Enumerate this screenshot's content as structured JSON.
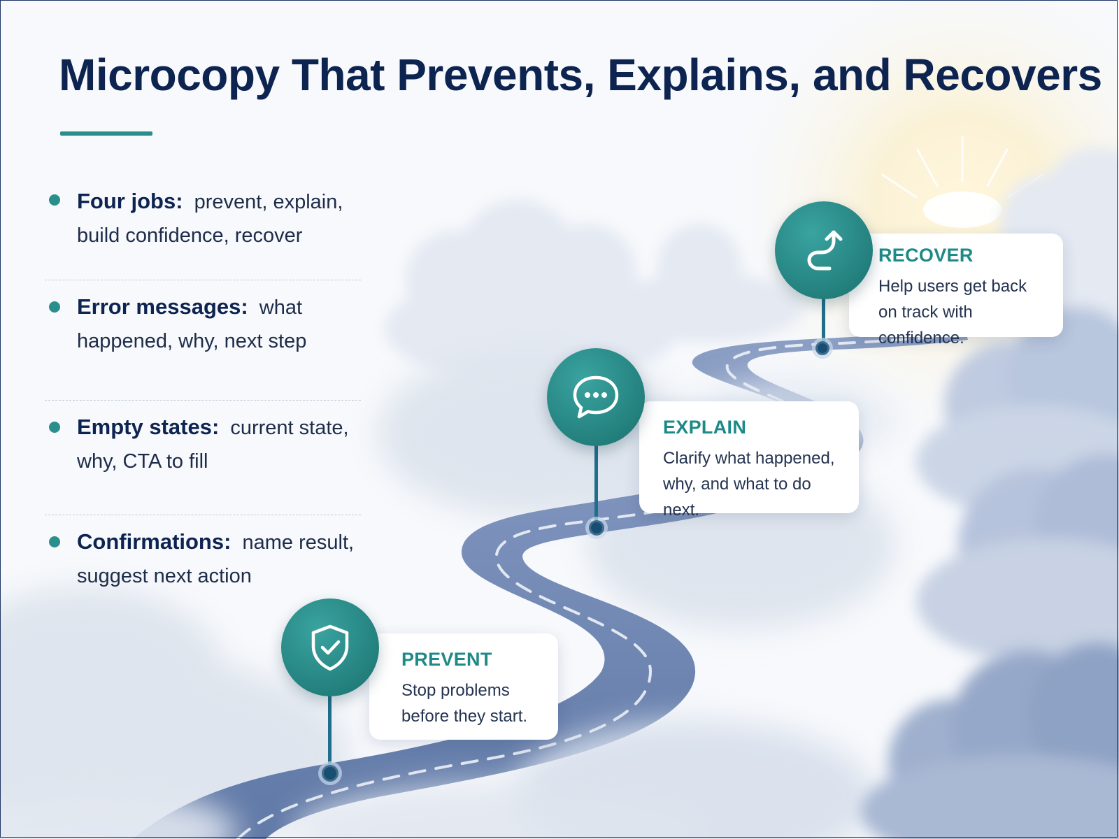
{
  "title": "Microcopy That Prevents, Explains, and Recovers",
  "bullets": [
    {
      "label": "Four jobs:",
      "text": "prevent, explain, build confidence, recover"
    },
    {
      "label": "Error messages:",
      "text": "what happened, why, next step"
    },
    {
      "label": "Empty states:",
      "text": "current state, why, CTA to fill"
    },
    {
      "label": "Confirmations:",
      "text": "name result, suggest next action"
    }
  ],
  "stages": {
    "prevent": {
      "title": "PREVENT",
      "line1": "Stop problems",
      "line2": "before they start.",
      "icon": "shield-check-icon"
    },
    "explain": {
      "title": "EXPLAIN",
      "line1": "Clarify what happened,",
      "line2": "why, and what to do next.",
      "icon": "speech-bubble-icon"
    },
    "recover": {
      "title": "RECOVER",
      "line1": "Help users get back",
      "line2": "on track with confidence.",
      "icon": "curved-arrow-icon"
    }
  },
  "colors": {
    "title": "#0d2350",
    "accent": "#2a8f8c",
    "marker": "#23807d",
    "road": "#6f87b3"
  }
}
